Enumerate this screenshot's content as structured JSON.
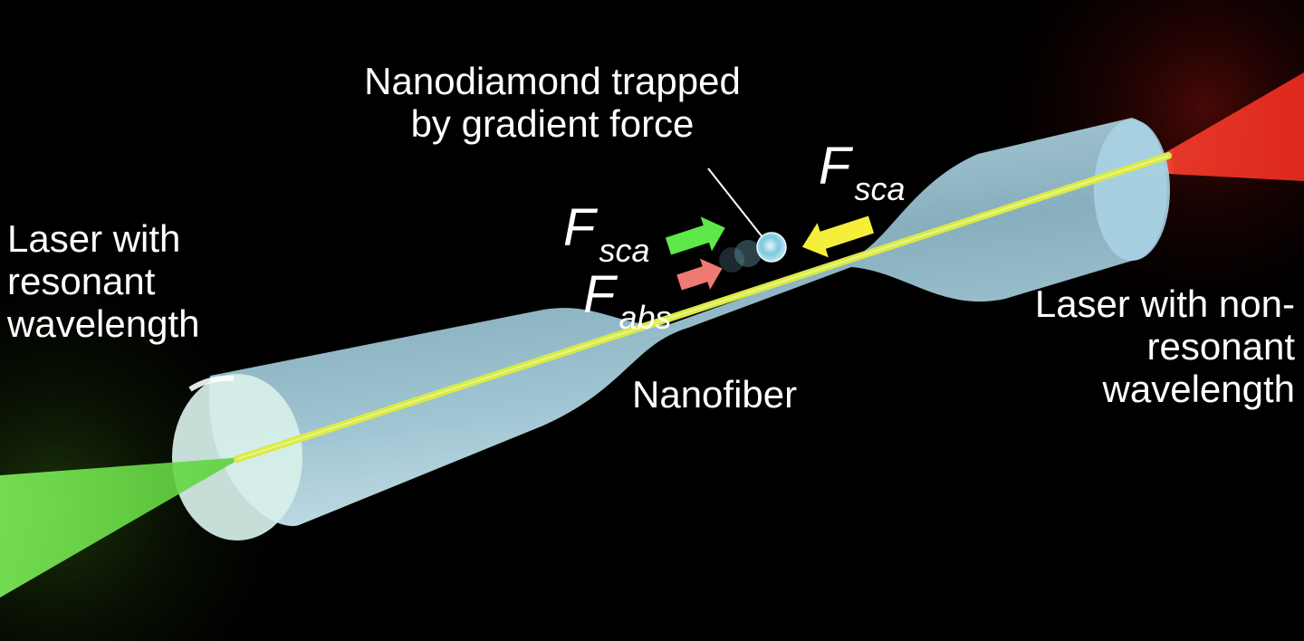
{
  "labels": {
    "top": {
      "line1": "Nanodiamond trapped",
      "line2": "by gradient force"
    },
    "left": {
      "line1": "Laser with",
      "line2": "resonant",
      "line3": "wavelength"
    },
    "right": {
      "line1": "Laser with non-",
      "line2": "resonant",
      "line3": "wavelength"
    },
    "nanofiber": "Nanofiber"
  },
  "forces": {
    "sca_left": {
      "symbol": "F",
      "sub": "sca",
      "arrow_color": "#5ee84a"
    },
    "abs": {
      "symbol": "F",
      "sub": "abs",
      "arrow_color": "#ee7a72"
    },
    "sca_right": {
      "symbol": "F",
      "sub": "sca",
      "arrow_color": "#f5ee3a"
    }
  },
  "colors": {
    "background": "#000000",
    "fiber": "#a9d3e3",
    "core_beam": "#d8e84a",
    "green_laser": "#6fe04a",
    "red_laser": "#f0382a",
    "text": "#ffffff"
  }
}
